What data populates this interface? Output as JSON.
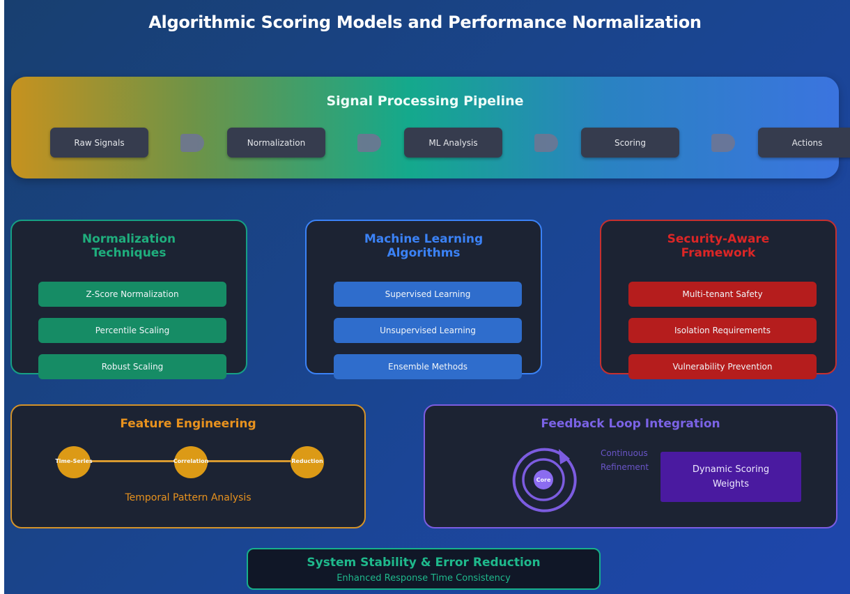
{
  "title": "Algorithmic Scoring Models and Performance Normalization",
  "pipeline": {
    "title": "Signal Processing Pipeline",
    "stages": [
      "Raw Signals",
      "Normalization",
      "ML Analysis",
      "Scoring",
      "Actions"
    ]
  },
  "cards": {
    "normalization": {
      "title": "Normalization Techniques",
      "accent": "#16a085",
      "items": [
        "Z-Score Normalization",
        "Percentile Scaling",
        "Robust Scaling"
      ]
    },
    "ml": {
      "title": "Machine Learning Algorithms",
      "accent": "#3b82f6",
      "items": [
        "Supervised Learning",
        "Unsupervised Learning",
        "Ensemble Methods"
      ]
    },
    "security": {
      "title": "Security-Aware Framework",
      "accent": "#dc2626",
      "items": [
        "Multi-tenant Safety",
        "Isolation Requirements",
        "Vulnerability Prevention"
      ]
    }
  },
  "feature_engineering": {
    "title": "Feature Engineering",
    "nodes": [
      "Time-Series",
      "Correlation",
      "Reduction"
    ],
    "subtitle": "Temporal Pattern Analysis",
    "accent": "#e8921e"
  },
  "feedback_loop": {
    "title": "Feedback Loop Integration",
    "core_label": "Core",
    "refinement_line1": "Continuous",
    "refinement_line2": "Refinement",
    "box_label": "Dynamic Scoring Weights",
    "accent": "#7b63e6"
  },
  "stability": {
    "title": "System Stability & Error Reduction",
    "subtitle": "Enhanced Response Time Consistency",
    "accent": "#1fb98c"
  }
}
